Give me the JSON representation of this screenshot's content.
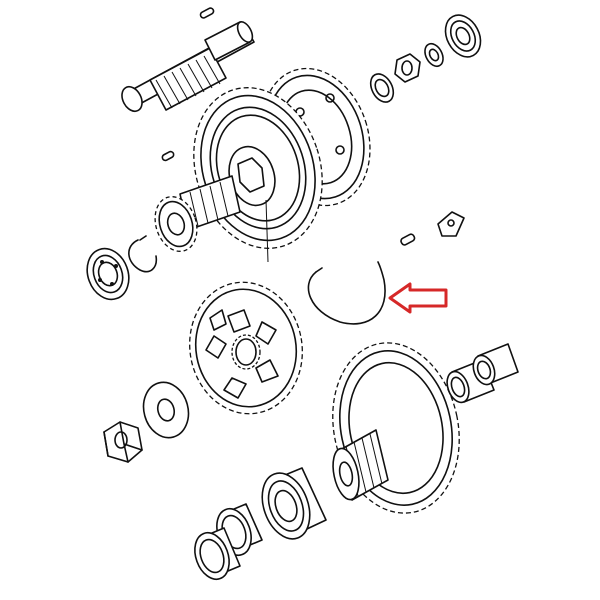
{
  "diagram": {
    "kind": "exploded-parts-drawing",
    "subject": "gearbox-shaft-assembly",
    "ink_color": "#111111",
    "background": "#ffffff",
    "highlight_color": "#d62828",
    "highlighted_part": "circlip-wire-ring",
    "parts": [
      "mainshaft",
      "dowel-pin",
      "ball-bearing",
      "hex-nut",
      "thrust-washer",
      "double-gear",
      "circlip",
      "locking-tab",
      "wire-ring",
      "drive-sprocket",
      "flat-washer",
      "large-gear",
      "needle-bearing",
      "bearing-race"
    ]
  }
}
